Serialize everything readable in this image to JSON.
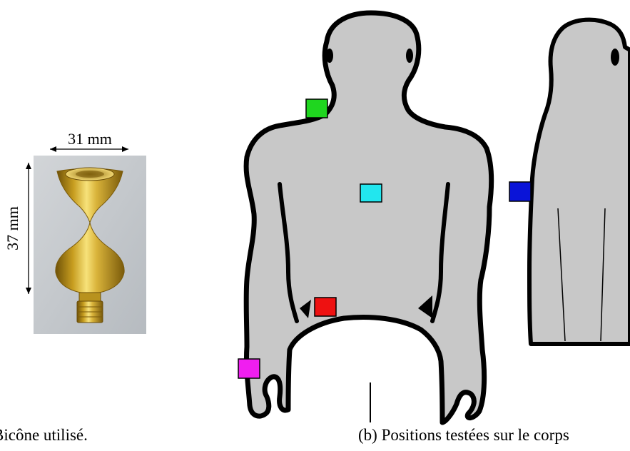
{
  "bicone": {
    "width_label": "31 mm",
    "height_label": "37 mm"
  },
  "captions": {
    "a": "Bicône utilisé.",
    "b": "(b) Positions testées sur le corps"
  },
  "colors": {
    "body_fill": "#c8c8c8",
    "body_outline": "#000000",
    "photo_background": "#c4c8cc",
    "brass": "#c9a227",
    "marker_green": "#1fd61f",
    "marker_cyan": "#22e6ee",
    "marker_blue": "#0a14d8",
    "marker_red": "#ee1111",
    "marker_magenta": "#f01ef0"
  },
  "markers": [
    {
      "name": "marker-green",
      "color": "#1fd61f"
    },
    {
      "name": "marker-cyan",
      "color": "#22e6ee"
    },
    {
      "name": "marker-blue",
      "color": "#0a14d8"
    },
    {
      "name": "marker-red",
      "color": "#ee1111"
    },
    {
      "name": "marker-magenta",
      "color": "#f01ef0"
    }
  ]
}
